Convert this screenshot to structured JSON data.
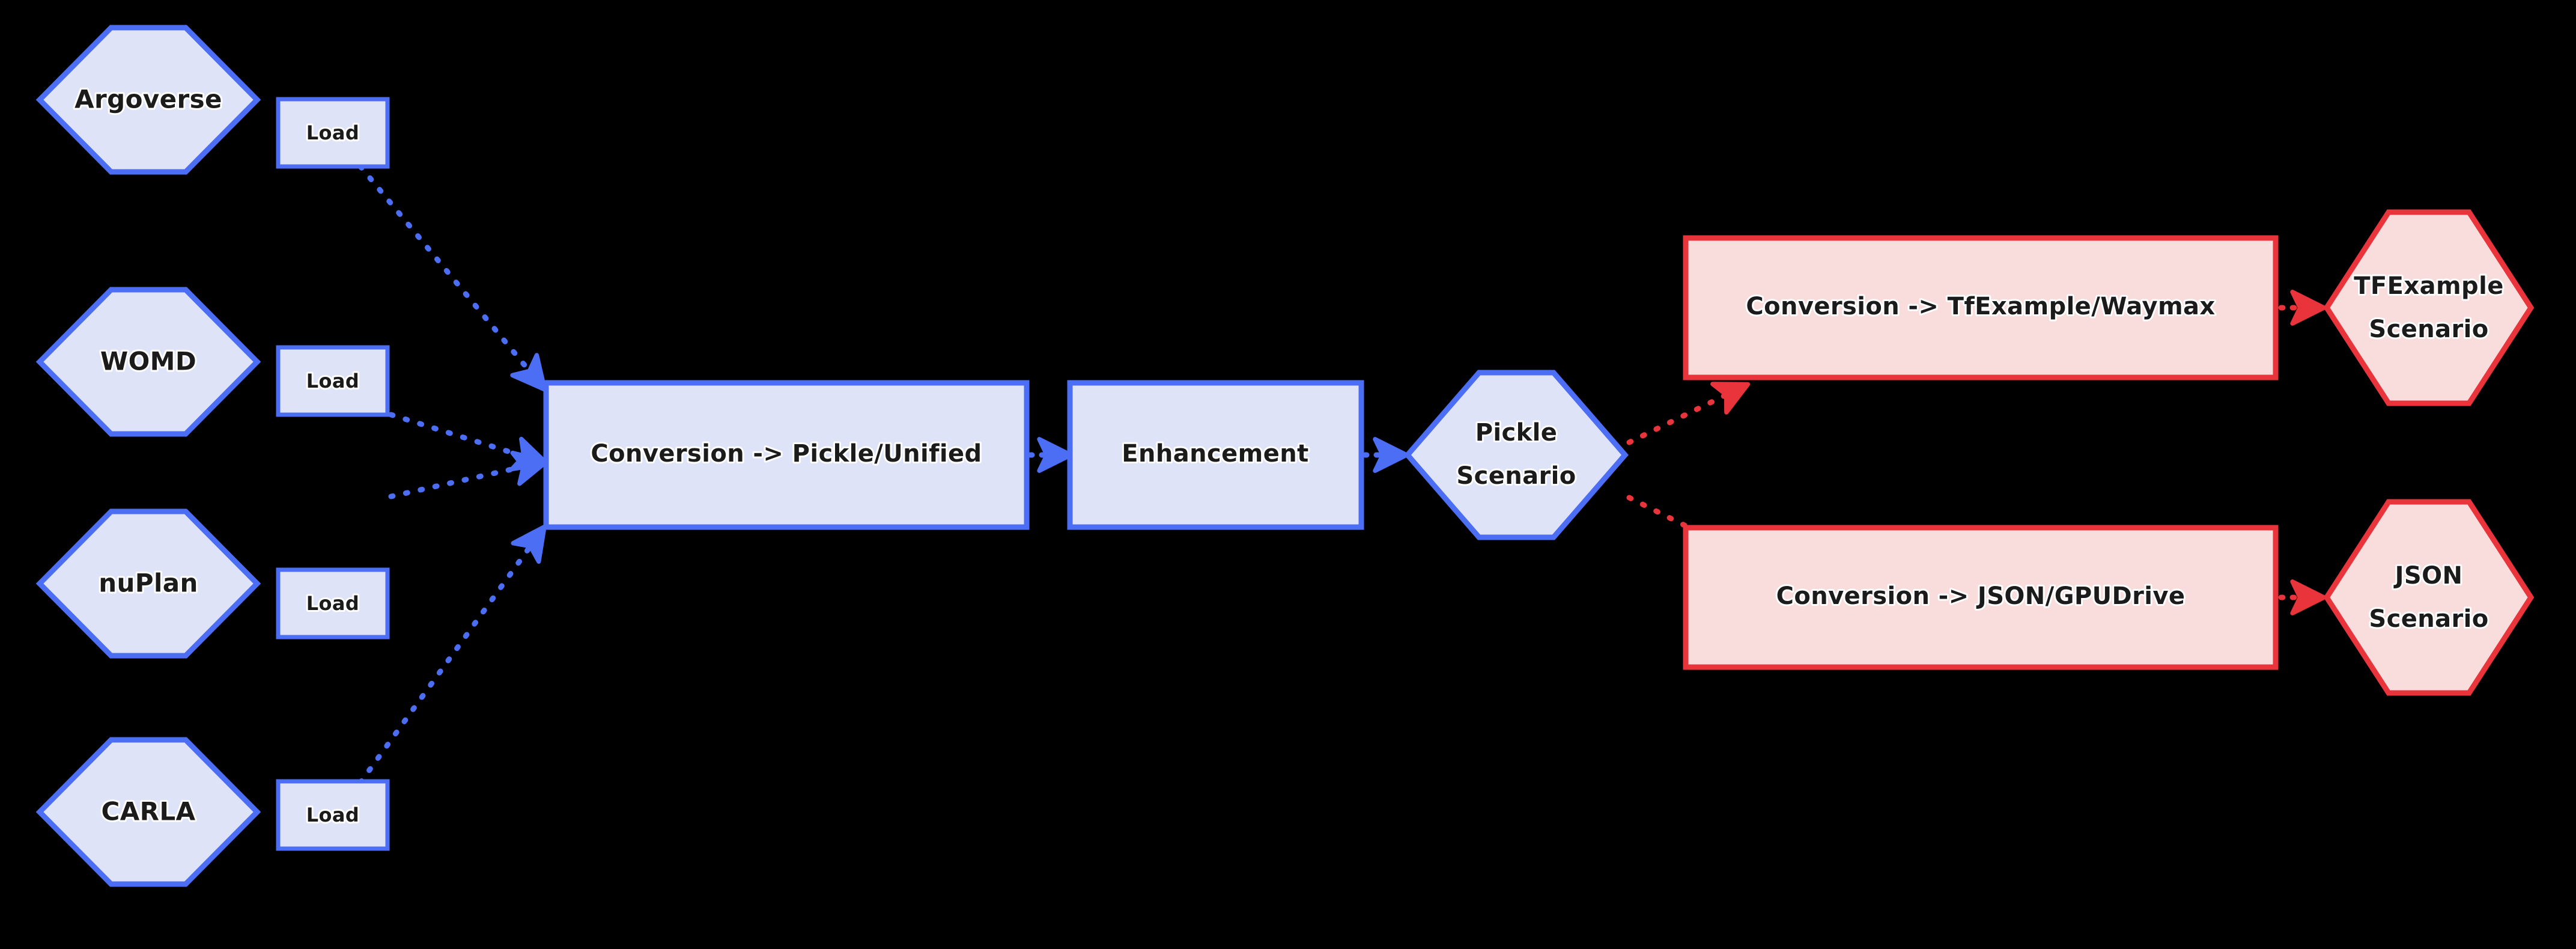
{
  "diagram": {
    "type": "flowchart",
    "direction": "left-to-right",
    "background_color": "#000000",
    "palette": {
      "blue_stroke": "#4c6ef5",
      "blue_fill": "#dfe3f8",
      "red_stroke": "#e8343a",
      "red_fill": "#f9dcdc",
      "label_text": "#1b1b1b"
    }
  },
  "sources": [
    {
      "id": "argoverse",
      "label": "Argoverse",
      "shape": "hexagon",
      "style": "blue"
    },
    {
      "id": "womd",
      "label": "WOMD",
      "shape": "hexagon",
      "style": "blue"
    },
    {
      "id": "nuplan",
      "label": "nuPlan",
      "shape": "hexagon",
      "style": "blue"
    },
    {
      "id": "carla",
      "label": "CARLA",
      "shape": "hexagon",
      "style": "blue"
    }
  ],
  "loaders": [
    {
      "id": "load-argoverse",
      "label": "Load",
      "shape": "rect",
      "style": "blue",
      "source": "argoverse"
    },
    {
      "id": "load-womd",
      "label": "Load",
      "shape": "rect",
      "style": "blue",
      "source": "womd"
    },
    {
      "id": "load-nuplan",
      "label": "Load",
      "shape": "rect",
      "style": "blue",
      "source": "nuplan"
    },
    {
      "id": "load-carla",
      "label": "Load",
      "shape": "rect",
      "style": "blue",
      "source": "carla"
    }
  ],
  "pipeline": {
    "conversion_unified": {
      "id": "conversion-pickle-unified",
      "label": "Conversion -> Pickle/Unified",
      "shape": "rect",
      "style": "blue"
    },
    "enhancement": {
      "id": "enhancement",
      "label": "Enhancement",
      "shape": "rect",
      "style": "blue"
    },
    "pickle_scenario": {
      "id": "pickle-scenario",
      "label_line1": "Pickle",
      "label_line2": "Scenario",
      "shape": "hexagon",
      "style": "blue"
    }
  },
  "outputs": [
    {
      "id": "conversion-tfexample-waymax",
      "label": "Conversion -> TfExample/Waymax",
      "shape": "rect",
      "style": "red",
      "result": {
        "id": "tfexample-scenario",
        "label_line1": "TFExample",
        "label_line2": "Scenario",
        "shape": "hexagon",
        "style": "red"
      }
    },
    {
      "id": "conversion-json-gpudrive",
      "label": "Conversion -> JSON/GPUDrive",
      "shape": "rect",
      "style": "red",
      "result": {
        "id": "json-scenario",
        "label_line1": "JSON",
        "label_line2": "Scenario",
        "shape": "hexagon",
        "style": "red"
      }
    }
  ],
  "edges": [
    {
      "from": "load-argoverse",
      "to": "conversion-pickle-unified",
      "style": "dotted-blue",
      "arrow": true
    },
    {
      "from": "load-womd",
      "to": "conversion-pickle-unified",
      "style": "dotted-blue",
      "arrow": true
    },
    {
      "from": "load-nuplan",
      "to": "conversion-pickle-unified",
      "style": "dotted-blue",
      "arrow": true
    },
    {
      "from": "load-carla",
      "to": "conversion-pickle-unified",
      "style": "dotted-blue",
      "arrow": true
    },
    {
      "from": "conversion-pickle-unified",
      "to": "enhancement",
      "style": "dotted-blue",
      "arrow": true
    },
    {
      "from": "enhancement",
      "to": "pickle-scenario",
      "style": "dotted-blue",
      "arrow": true
    },
    {
      "from": "pickle-scenario",
      "to": "conversion-tfexample-waymax",
      "style": "dotted-red",
      "arrow": true
    },
    {
      "from": "pickle-scenario",
      "to": "conversion-json-gpudrive",
      "style": "dotted-red",
      "arrow": true
    },
    {
      "from": "conversion-tfexample-waymax",
      "to": "tfexample-scenario",
      "style": "dotted-red",
      "arrow": true
    },
    {
      "from": "conversion-json-gpudrive",
      "to": "json-scenario",
      "style": "dotted-red",
      "arrow": true
    }
  ]
}
